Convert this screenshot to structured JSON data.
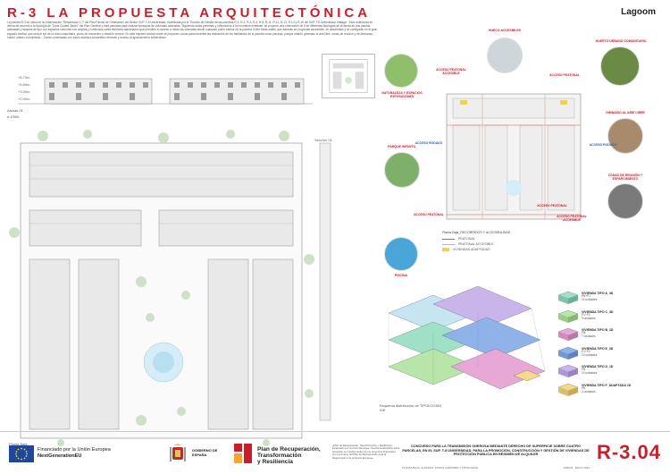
{
  "header": {
    "title": "R-3 LA PROPUESTA ARQUITECTÓNICA",
    "logo": "Lagoom",
    "intro": "La parcela R-3 se ubica en la Urbanización \"Residencial 1-7\" del Plan Parcial de Ordenación del Sector SUP. T-8 Universidad, modificada por el \"Estudio de Detalle de las parcelas R-1, R-2, R-3, R-4, R-5, R-11, R-12, R-13, R-14 y R-15 del SUP-T.8 Universidad, Málaga\". Esta ordenanza se deriva de acuerdo a la tipología de \"Zona Ciudad Jardín\" del Plan General y está pensada para realizar tipologías de viviendas adosadas. Siguiendo estas premisas y ciñéndonos a la normativa existente, se propone una ordenación de 5 de diferentes tipologías de vivienda de dos plantas adosadas y bloques de tipo con espacios comunes con amplios y luminosos cales interiores ajardinados que permiten el acceso a todas las viviendas desde cualquier punto interior de la parcela. Entre estas calles, que además se proyectan accesibles, se desarrollan y se configuran en el gran espacio central, que será el eje de la vida comunitaria, punto de encuentro y relación vecinal. En este espacio central verde se proponen zonas para fomentar las relaciones de los habitantes de la parcela como piscinas, parque infantil, gimnasio al aire libre, zonas de reunión y de descanso, huerto urbano comunitario... Zonas conectadas con estos accesos accesibles remanso y acceso al aparcamiento subterráneo."
  },
  "elevation": {
    "label": "Alzado 01",
    "levels": [
      "+8.70m",
      "+5.85m",
      "+3.00m",
      "+0.00m"
    ],
    "scale": "e.1/500"
  },
  "plan": {
    "label": "Planta Baja",
    "scale": "e.1/500",
    "section_label": "Sección 01"
  },
  "site": {
    "photos": [
      {
        "id": "naturaleza",
        "label": "NATURALEZA Y ESPACIOS EXPOSICIONES"
      },
      {
        "id": "accesible",
        "label": "HUECO ACCESIBLES"
      },
      {
        "id": "huerto",
        "label": "HUERTO URBANO COMUNITARIO"
      },
      {
        "id": "gimnasio",
        "label": "GIMNASIO AL AIRE LIBRE"
      },
      {
        "id": "parque",
        "label": "PARQUE INFANTIL"
      },
      {
        "id": "reunion",
        "label": "ZONAS DE REUNIÓN Y ESPARCIMIENTO"
      },
      {
        "id": "piscina",
        "label": "PISCINA"
      }
    ],
    "access": [
      {
        "id": "a1",
        "label": "ACCESO PEATONAL ACCESIBLE"
      },
      {
        "id": "a2",
        "label": "ACCESO PEATONAL"
      },
      {
        "id": "a3",
        "label": "ACCESO RODADO"
      },
      {
        "id": "a4",
        "label": "ACCESO RODADO"
      },
      {
        "id": "a5",
        "label": "ACCESO PEATONAL"
      },
      {
        "id": "a6",
        "label": "ACCESO PEATONAL"
      },
      {
        "id": "a7",
        "label": "ACCESO PEATONAL ACCESIBLE"
      }
    ]
  },
  "legend": {
    "title": "Planta Baja_RECORRIDOS Y ACCESIBILIDAD",
    "items": [
      {
        "label": "PEATONAL",
        "color": "#d9534f",
        "kind": "line"
      },
      {
        "label": "PEATONAL ACCESIBLE",
        "color": "#e8a0a0",
        "kind": "line"
      },
      {
        "label": "VIVIENDAS ADAPTADAS",
        "color": "#f2d15a",
        "kind": "box"
      }
    ]
  },
  "iso_label": "Esquema distribución de TIPOLOGÍAS",
  "iso_sub": "S/E",
  "types": [
    {
      "name": "VIVIENDA TIPO A_4D",
      "floors": "PB+P1",
      "units": "24 unidades",
      "color": "#9fe0c6"
    },
    {
      "name": "VIVIENDA TIPO C_3D",
      "floors": "P1+P2",
      "units": "9 unidades",
      "color": "#b8e6a8"
    },
    {
      "name": "VIVIENDA TIPO B_1D",
      "floors": "PB",
      "units": "7 unidades",
      "color": "#e7a8d6"
    },
    {
      "name": "VIVIENDA TIPO E_4D",
      "floors": "P1+P2",
      "units": "13 unidades",
      "color": "#8fb3e8"
    },
    {
      "name": "VIVIENDA TIPO D_1D",
      "floors": "PB",
      "units": "10 unidades",
      "color": "#c9b5ea"
    },
    {
      "name": "VIVIENDA TIPO F_ADAPTADA 1D",
      "floors": "PB",
      "units": "2 unidades",
      "color": "#f4d98a"
    }
  ],
  "footer": {
    "eu_line1": "Financiado por la Unión Europea",
    "eu_line2": "NextGenerationEU",
    "gov": "GOBIERNO DE ESPAÑA",
    "prtr_1": "Plan de Recuperación,",
    "prtr_2": "Transformación",
    "prtr_3": "y Resiliencia",
    "fine": "«Plan de Recuperación, Transformación y Resiliencia - Financiado por la Unión Europea - NextGenerationEU» Esta actuación se inscribe dentro de los proyectos financiados con los fondos del Plan de Recuperación para la Regeneración de la NextG Europea»",
    "contest": "CONCURSO PARA LA TRANSMISIÓN ONEROSA MEDIANTE DERECHO DE SUPERFICIE SOBRE CUATRO PARCELAS, EN EL SUP. T-8 UNIVERSIDAD, PARA LA PROMOCIÓN, CONSTRUCCIÓN Y GESTIÓN DE VIVIENDAS DE PROTECCIÓN PÚBLICA EN RÉGIMEN DE ALQUILER",
    "meta_left": "PLANTA BAJA. ALZADOS. ZONAS COMUNES Y TIPOLOGÍAS",
    "meta_right": "VARIAS · MAYO 2022",
    "sheet": "R-3.04"
  }
}
